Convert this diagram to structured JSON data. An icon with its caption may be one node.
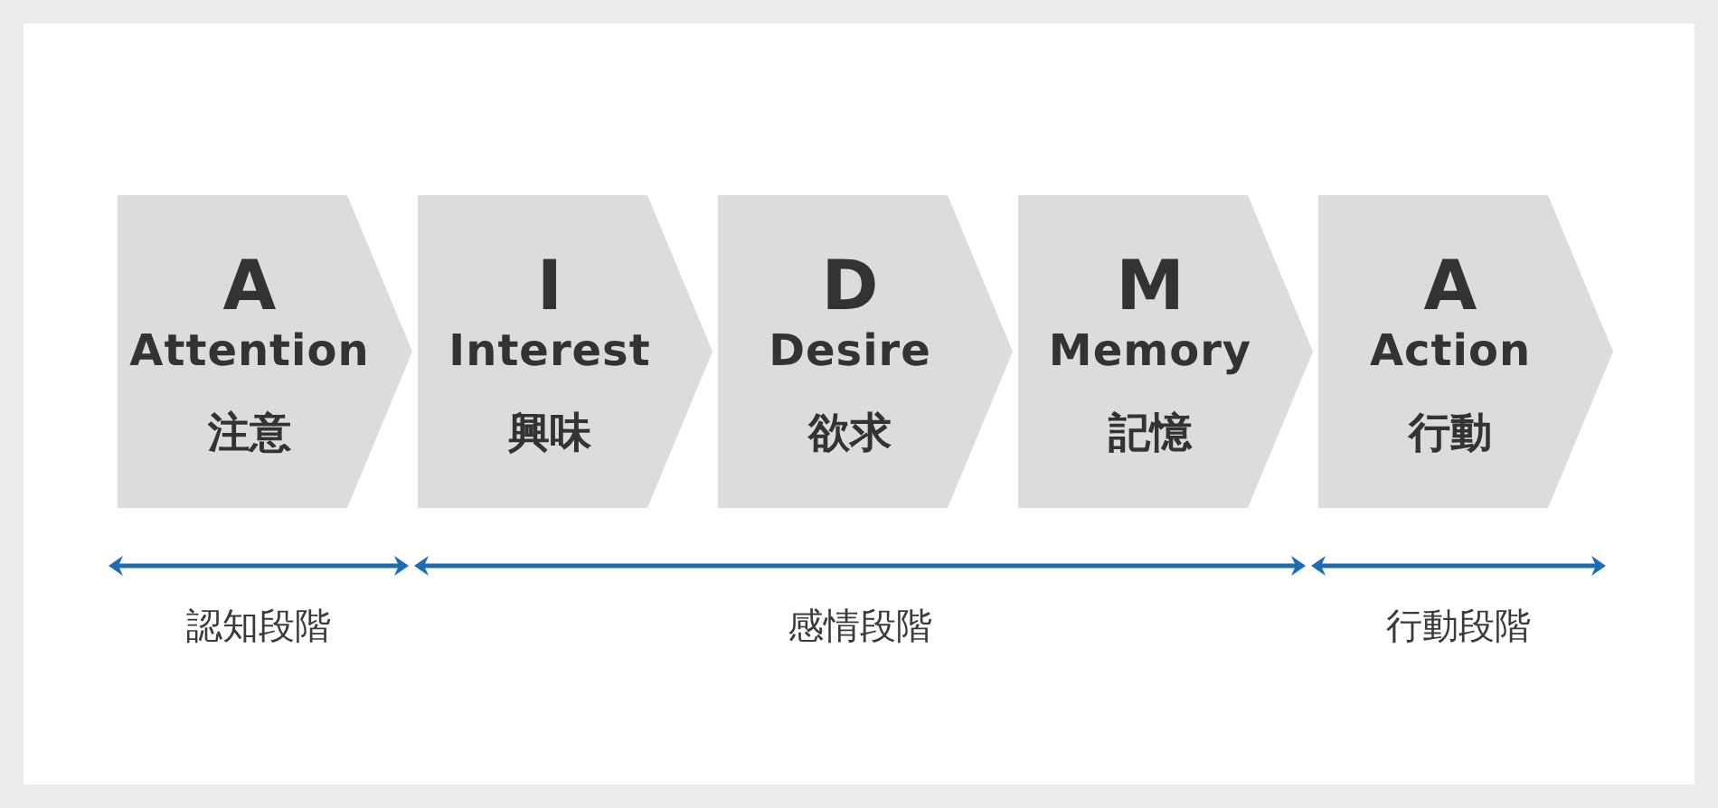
{
  "diagram": {
    "nodes": [
      {
        "text": [
          "A",
          "Attention",
          "注意"
        ]
      },
      {
        "text": [
          "I",
          "Interest",
          "興味"
        ]
      },
      {
        "text": [
          "D",
          "Desire",
          "欲求"
        ]
      },
      {
        "text": [
          "M",
          "Memory",
          "記憶"
        ]
      },
      {
        "text": [
          "A",
          "Action",
          "行動"
        ]
      }
    ],
    "labels": [
      "認知段階",
      "感情段階",
      "行動段階"
    ]
  }
}
